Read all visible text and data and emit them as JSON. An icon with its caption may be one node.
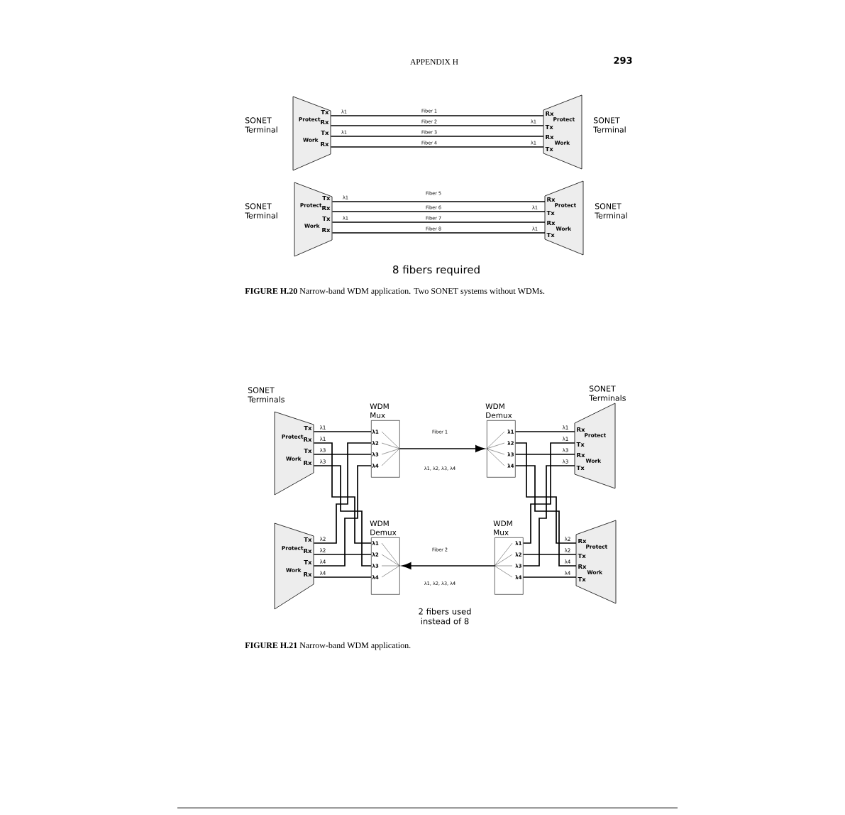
{
  "diagram": {
    "nodes": [
      {
        "text": [
          "Tx",
          "Protect",
          "Rx",
          "Tx",
          "Work",
          "Rx"
        ],
        "beside": [
          "SONET Terminal"
        ]
      },
      {
        "text": [
          "Rx",
          "Protect",
          "Tx",
          "Rx",
          "Work",
          "Tx"
        ],
        "beside": [
          "SONET Terminal"
        ]
      },
      {
        "text": [
          "Tx",
          "Protect",
          "Rx",
          "Tx",
          "Work",
          "Rx"
        ],
        "beside": [
          "SONET Terminal"
        ]
      },
      {
        "text": [
          "Rx",
          "Protect",
          "Tx",
          "Rx",
          "Work",
          "Tx"
        ],
        "beside": [
          "SONET Terminal"
        ]
      },
      {
        "text": [
          "Tx",
          "Protect",
          "Rx",
          "Tx",
          "Work",
          "Rx"
        ],
        "beside": [
          "SONET Terminals"
        ]
      },
      {
        "text": [
          "WDM Mux",
          "λ1",
          "λ2",
          "λ3",
          "λ4"
        ]
      },
      {
        "text": [
          "WDM Demux",
          "λ1",
          "λ2",
          "λ3",
          "λ4"
        ]
      },
      {
        "text": [
          "Rx",
          "Protect",
          "Tx",
          "Rx",
          "Work",
          "Tx"
        ],
        "beside": [
          "SONET Terminals"
        ]
      },
      {
        "text": [
          "Tx",
          "Protect",
          "Rx",
          "Tx",
          "Work",
          "Rx"
        ]
      },
      {
        "text": [
          "WDM Demux",
          "λ1",
          "λ2",
          "λ3",
          "λ4"
        ]
      },
      {
        "text": [
          "WDM Mux",
          "λ1",
          "λ2",
          "λ3",
          "λ4"
        ]
      },
      {
        "text": [
          "Rx",
          "Protect",
          "Tx",
          "Rx",
          "Work",
          "Tx"
        ]
      }
    ],
    "edges": [
      {
        "from": 0,
        "to": 1,
        "arrow": "none",
        "label": "Fiber 1"
      },
      {
        "from": 1,
        "to": 0,
        "arrow": "none",
        "label": "Fiber 2"
      },
      {
        "from": 0,
        "to": 1,
        "arrow": "none",
        "label": "Fiber 3"
      },
      {
        "from": 1,
        "to": 0,
        "arrow": "none",
        "label": "Fiber 4"
      },
      {
        "from": 2,
        "to": 3,
        "arrow": "none",
        "label": "Fiber 5"
      },
      {
        "from": 3,
        "to": 2,
        "arrow": "none",
        "label": "Fiber 6"
      },
      {
        "from": 2,
        "to": 3,
        "arrow": "none",
        "label": "Fiber 7"
      },
      {
        "from": 3,
        "to": 2,
        "arrow": "none",
        "label": "Fiber 8"
      },
      {
        "from": 5,
        "to": 6,
        "arrow": "to",
        "label": "Fiber 1"
      },
      {
        "from": 10,
        "to": 9,
        "arrow": "to",
        "label": "Fiber 2"
      },
      {
        "from": 4,
        "to": 5,
        "arrow": "none",
        "label": "λ1"
      },
      {
        "from": 9,
        "to": 4,
        "arrow": "none",
        "label": "λ1"
      },
      {
        "from": 4,
        "to": 5,
        "arrow": "none",
        "label": "λ3"
      },
      {
        "from": 9,
        "to": 4,
        "arrow": "none",
        "label": "λ3"
      },
      {
        "from": 8,
        "to": 5,
        "arrow": "none",
        "label": "λ2"
      },
      {
        "from": 9,
        "to": 8,
        "arrow": "none",
        "label": "λ2"
      },
      {
        "from": 8,
        "to": 5,
        "arrow": "none",
        "label": "λ4"
      },
      {
        "from": 9,
        "to": 8,
        "arrow": "none",
        "label": "λ4"
      },
      {
        "from": 6,
        "to": 7,
        "arrow": "none",
        "label": "λ1"
      },
      {
        "from": 7,
        "to": 10,
        "arrow": "none",
        "label": "λ1"
      },
      {
        "from": 6,
        "to": 7,
        "arrow": "none",
        "label": "λ3"
      },
      {
        "from": 7,
        "to": 10,
        "arrow": "none",
        "label": "λ3"
      },
      {
        "from": 6,
        "to": 11,
        "arrow": "none",
        "label": "λ2"
      },
      {
        "from": 11,
        "to": 10,
        "arrow": "none",
        "label": "λ2"
      },
      {
        "from": 6,
        "to": 11,
        "arrow": "none",
        "label": "λ4"
      },
      {
        "from": 11,
        "to": 10,
        "arrow": "none",
        "label": "λ4"
      }
    ],
    "labels": [
      "APPENDIX H",
      "293",
      "λ1",
      "λ1",
      "λ1",
      "λ1",
      "λ1",
      "λ1",
      "λ1",
      "λ1",
      "8 fibers required",
      "**FIGURE H.20** Narrow-band WDM application. Two SONET systems without WDMs.",
      "λ1, λ2, λ3, λ4",
      "λ1, λ2, λ3, λ4",
      "2 fibers used instead of 8",
      "**FIGURE H.21** Narrow-band WDM application."
    ]
  }
}
